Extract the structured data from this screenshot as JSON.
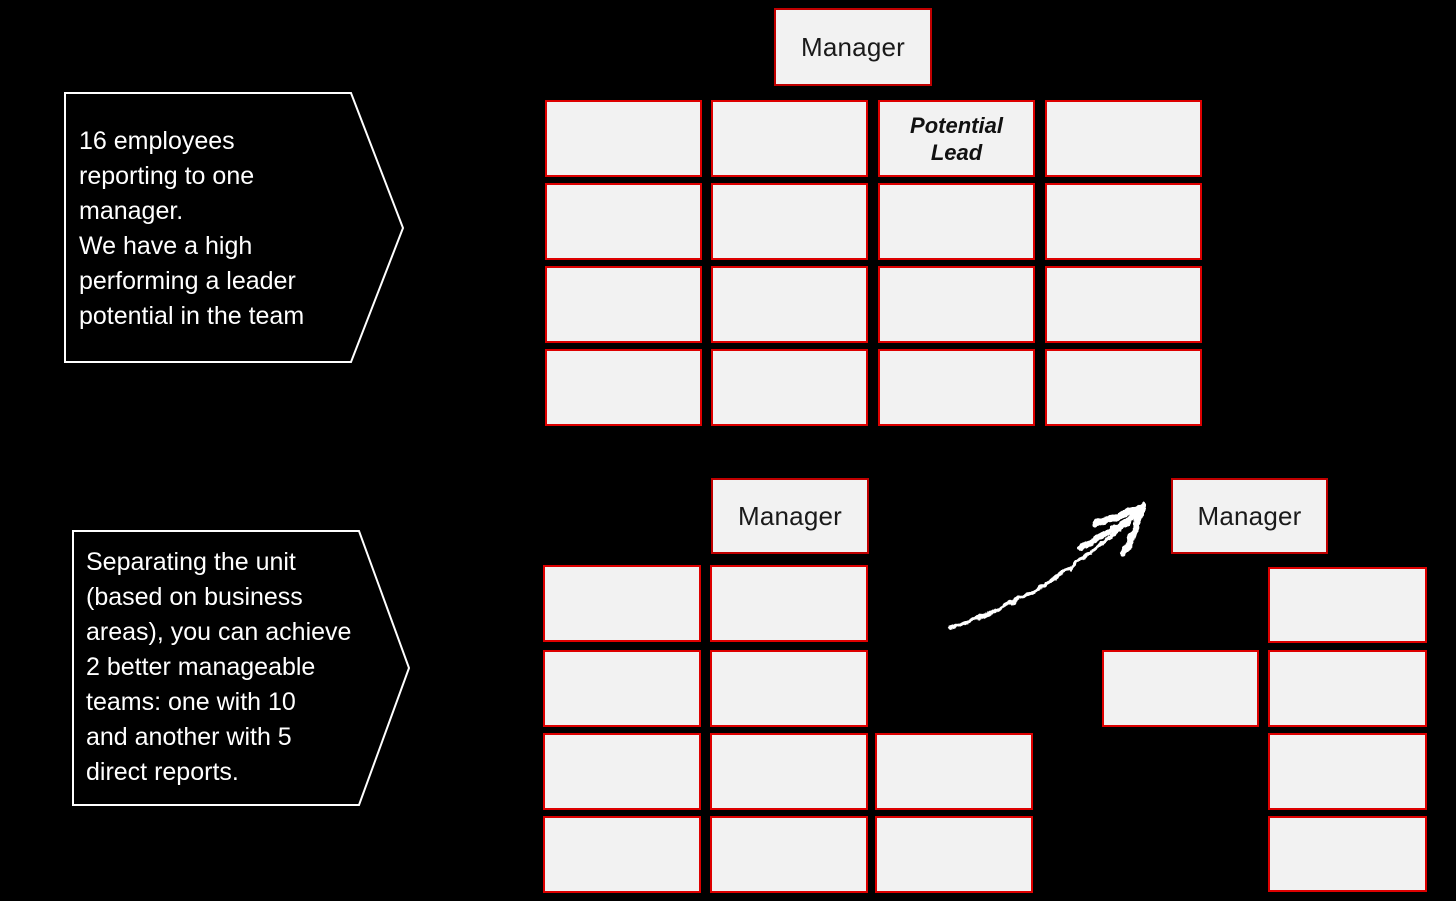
{
  "colors": {
    "background": "#000000",
    "box_fill": "#f2f2f2",
    "employee_border": "#dd0000",
    "manager_border": "#c00000",
    "callout_border": "#ffffff",
    "callout_text": "#ffffff",
    "box_text": "#1a1a1a",
    "arrow": "#ffffff"
  },
  "callout_top": {
    "lines": [
      "16 employees",
      "reporting to one",
      "manager.",
      "We have a high",
      "performing a leader",
      "potential in the team"
    ]
  },
  "callout_bottom": {
    "lines": [
      "Separating the unit",
      "(based on business",
      "areas), you can achieve",
      "2 better manageable",
      "teams: one with 10",
      "and another with 5",
      "direct reports."
    ]
  },
  "team_before": {
    "manager_label": "Manager",
    "employee_count": 16,
    "potential_lead_label": "Potential Lead"
  },
  "team_after_large": {
    "manager_label": "Manager",
    "employee_count": 10
  },
  "team_after_small": {
    "manager_label": "Manager",
    "employee_count": 5
  }
}
